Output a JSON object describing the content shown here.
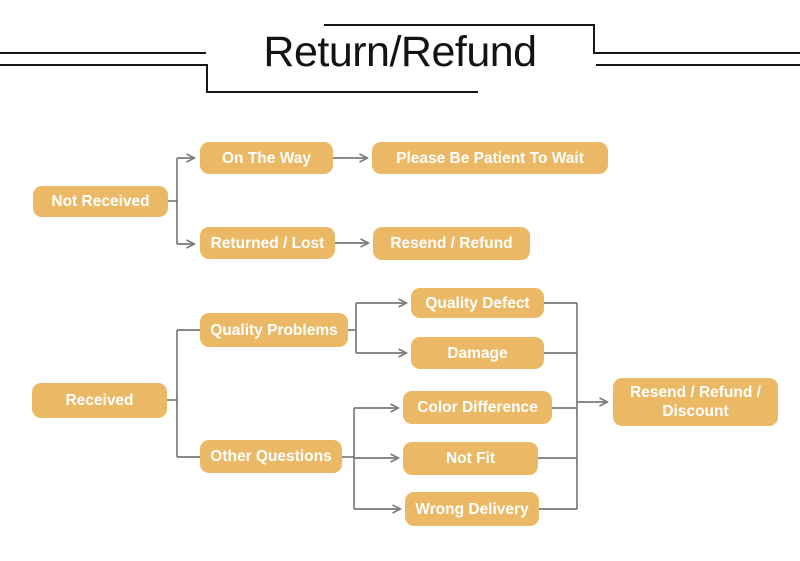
{
  "header": {
    "title": "Return/Refund"
  },
  "colors": {
    "node_fill": "#ebb966",
    "node_text": "#ffffff",
    "connector_line": "#7a7a7a",
    "header_line": "#161616"
  },
  "flowchart": {
    "not_received": {
      "label": "Not Received"
    },
    "on_the_way": {
      "label": "On The Way"
    },
    "please_wait": {
      "label": "Please Be Patient To Wait"
    },
    "returned_lost": {
      "label": "Returned / Lost"
    },
    "resend_refund": {
      "label": "Resend / Refund"
    },
    "received": {
      "label": "Received"
    },
    "quality_problems": {
      "label": "Quality Problems"
    },
    "other_questions": {
      "label": "Other Questions"
    },
    "quality_defect": {
      "label": "Quality Defect"
    },
    "damage": {
      "label": "Damage"
    },
    "color_difference": {
      "label": "Color Difference"
    },
    "not_fit": {
      "label": "Not Fit"
    },
    "wrong_delivery": {
      "label": "Wrong Delivery"
    },
    "outcome": {
      "label": "Resend / Refund / Discount"
    }
  }
}
